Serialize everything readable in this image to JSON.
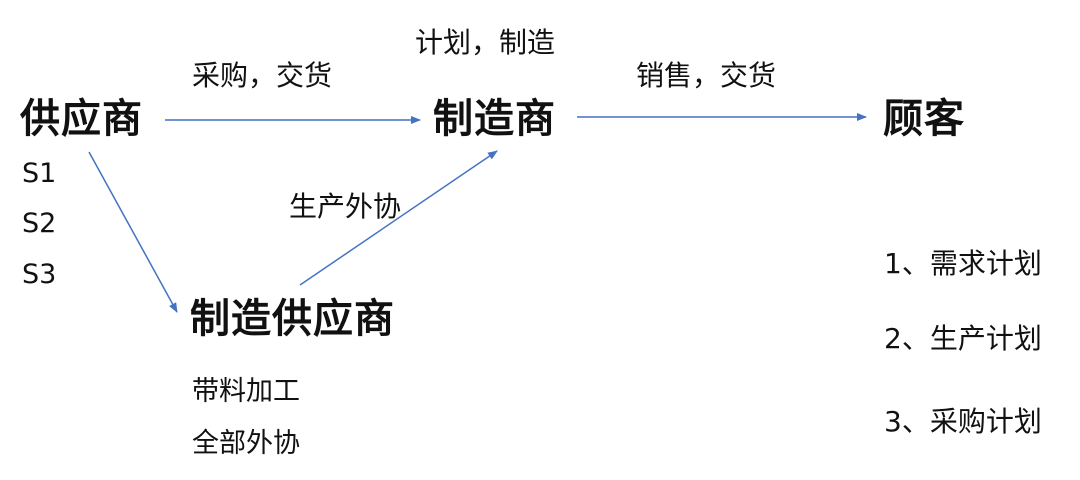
{
  "nodes": {
    "supplier": "供应商",
    "manufacturer": "制造商",
    "customer": "顾客",
    "manufacturing_supplier": "制造供应商"
  },
  "edge_labels": {
    "procurement_delivery": "采购，交货",
    "planning_manufacturing": "计划，制造",
    "sales_delivery": "销售，交货",
    "production_outsourcing": "生产外协"
  },
  "supplier_list": [
    "S1",
    "S2",
    "S3"
  ],
  "manufacturing_supplier_types": [
    "带料加工",
    "全部外协"
  ],
  "plans": [
    "1、需求计划",
    "2、生产计划",
    "3、采购计划"
  ],
  "colors": {
    "arrow": "#4472c4",
    "text": "#111111"
  }
}
